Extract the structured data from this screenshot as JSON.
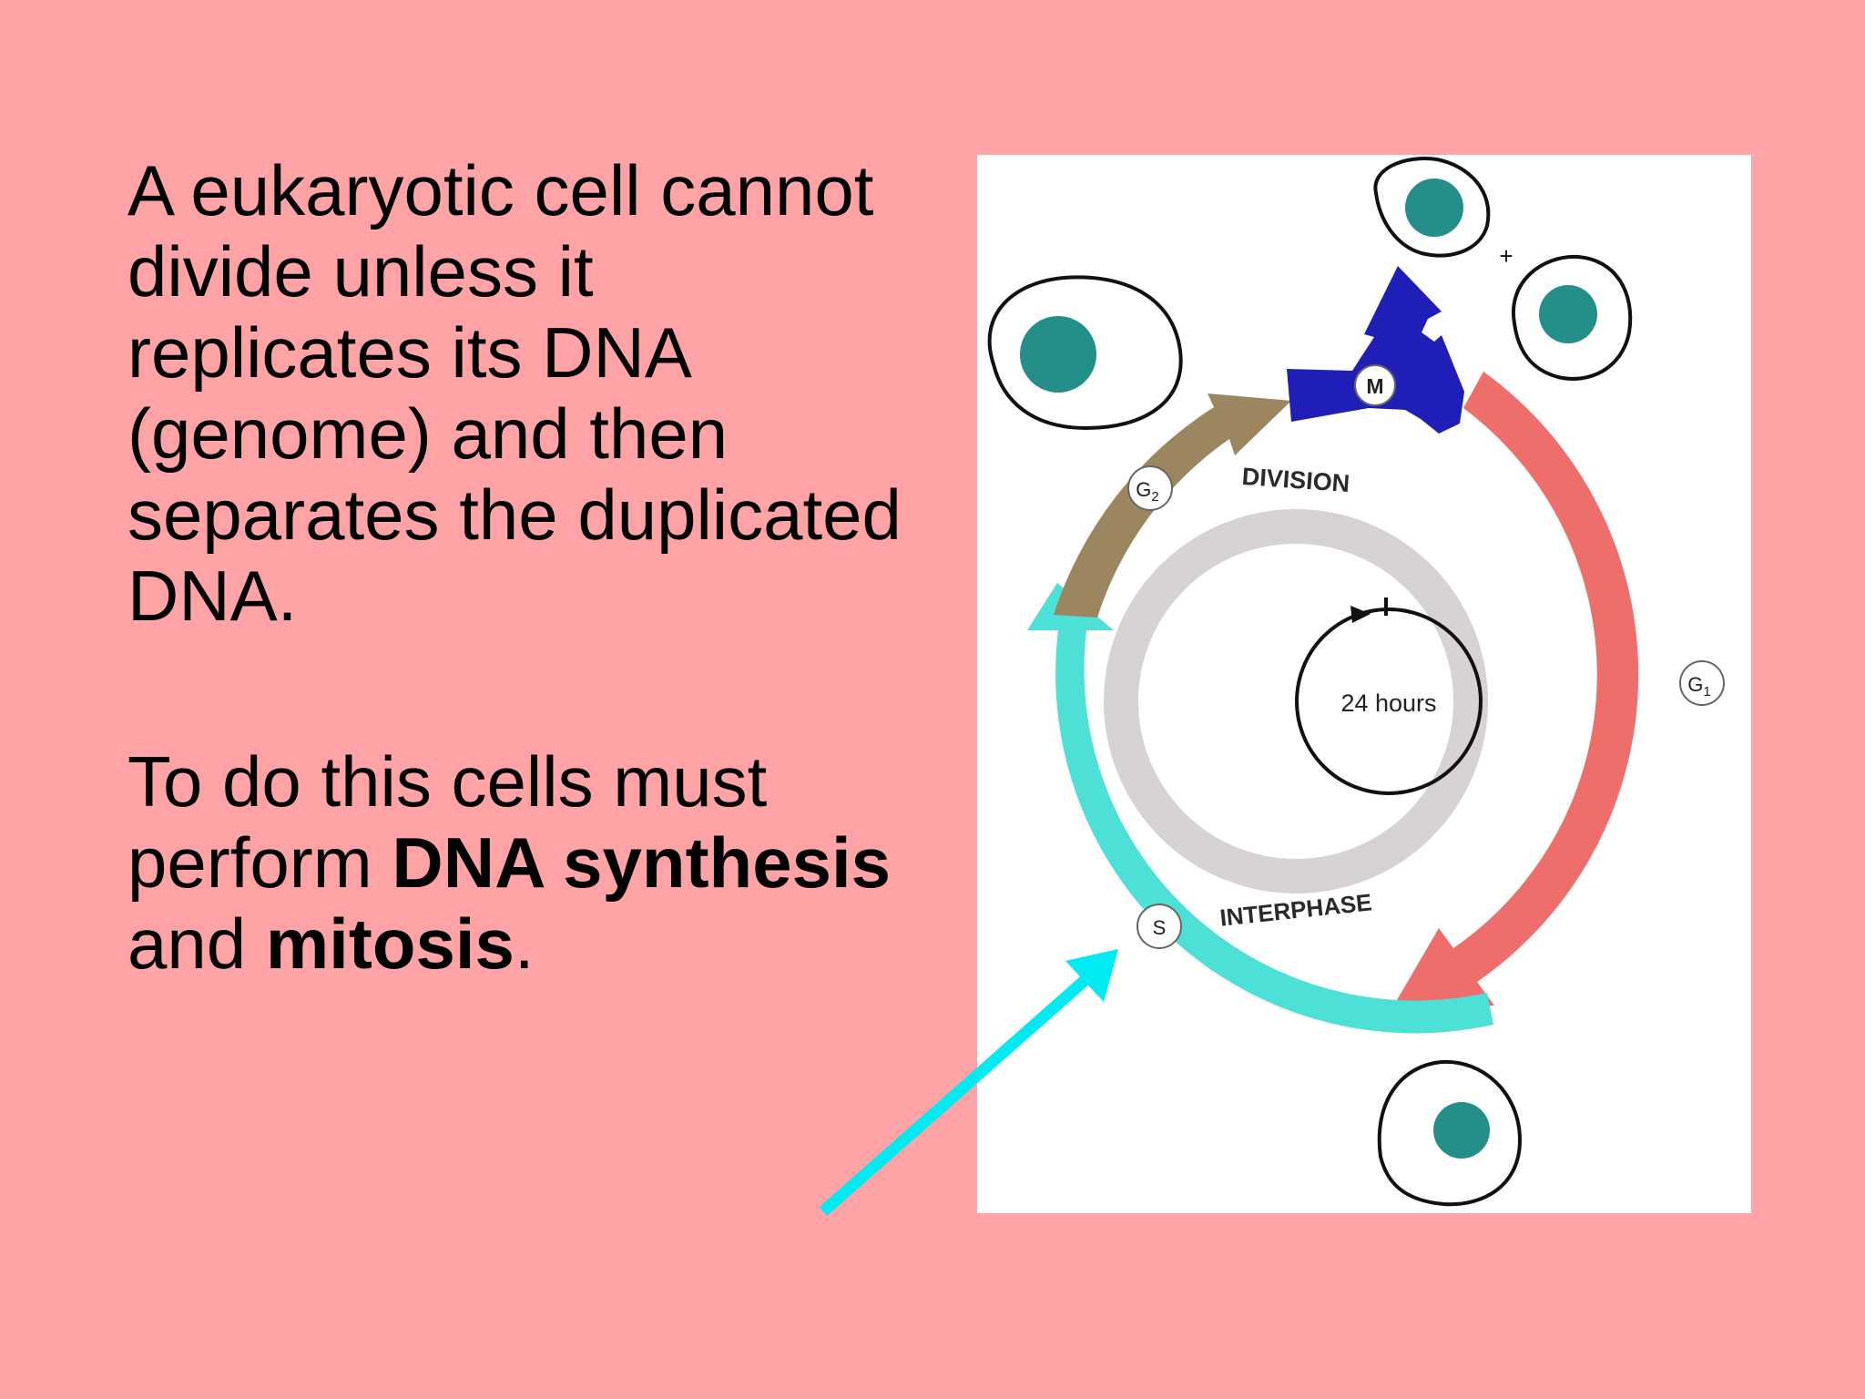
{
  "slide": {
    "intro": "A eukaryotic cell cannot divide unless it replicates its DNA (genome) and then separates the duplicated DNA.",
    "body_prefix": "To do this cells must perform ",
    "bold_1": "DNA synthesis",
    "middle": " and ",
    "bold_2": "mitosis",
    "suffix": "."
  },
  "diagram": {
    "phases": {
      "m": "M",
      "g1": "G",
      "g1_sub": "1",
      "s": "S",
      "g2": "G",
      "g2_sub": "2"
    },
    "ring_labels": {
      "division": "DIVISION",
      "interphase": "INTERPHASE"
    },
    "clock_label": "24 hours",
    "plus": "+",
    "colors": {
      "m": "#1f1fb8",
      "g1": "#ee6e6b",
      "s": "#4de0d6",
      "g2": "#9b8660",
      "nucleus": "#238f88",
      "pointer_arrow": "#00eaf2",
      "ring": "#d6d2d6"
    }
  }
}
